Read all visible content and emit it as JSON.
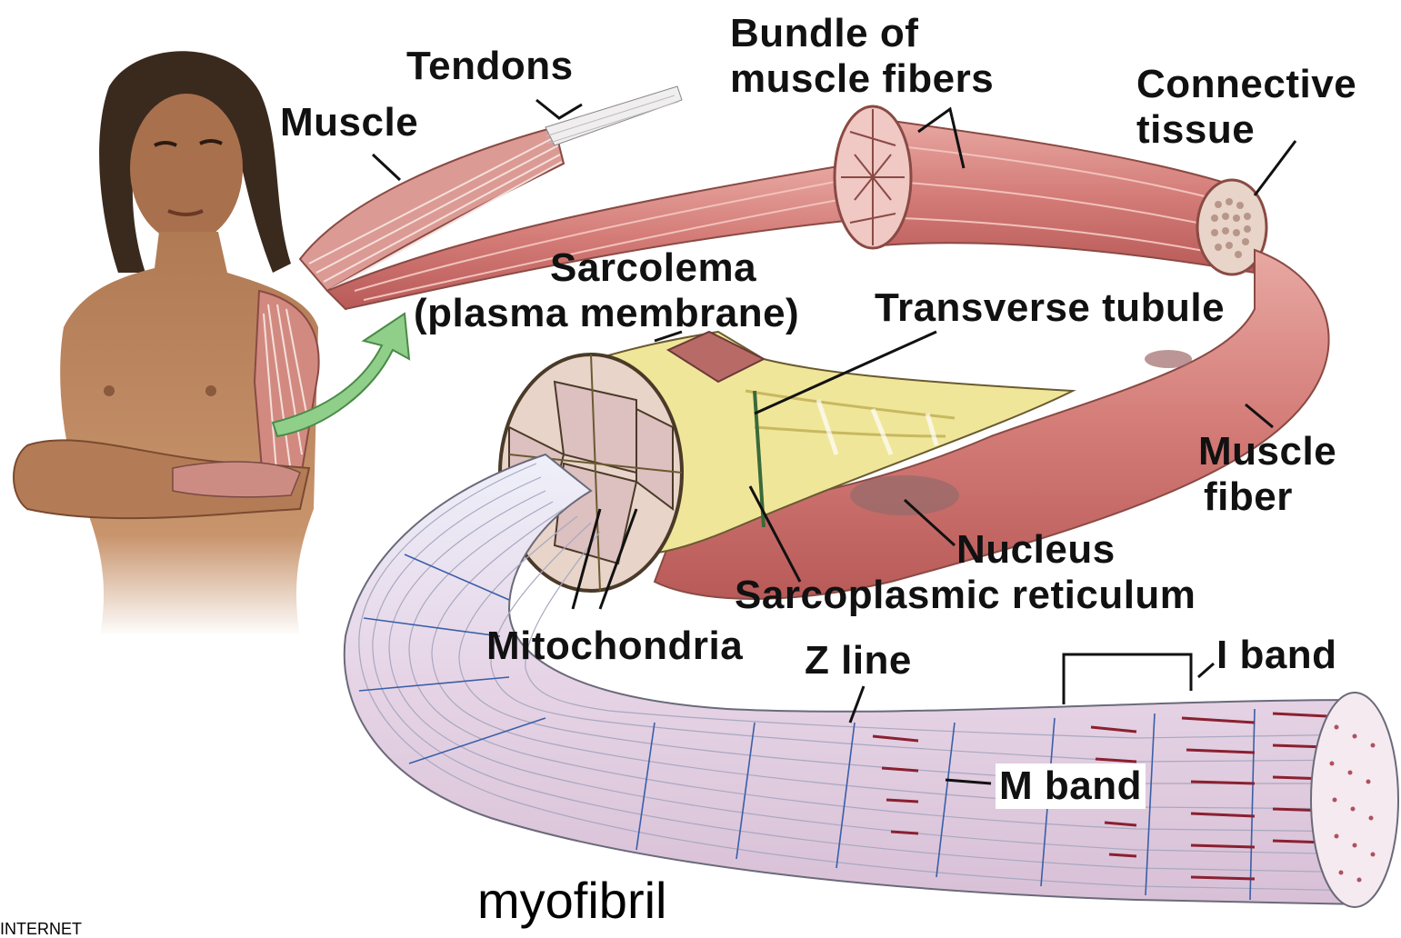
{
  "diagram": {
    "labels": {
      "tendons": "Tendons",
      "muscle": "Muscle",
      "bundle_line1": "Bundle of",
      "bundle_line2": "muscle fibers",
      "connective_line1": "Connective",
      "connective_line2": "tissue",
      "sarcolema_line1": "Sarcolema",
      "sarcolema_line2": "(plasma membrane)",
      "transverse_tubule": "Transverse tubule",
      "muscle_fiber_line1": "Muscle",
      "muscle_fiber_line2": "fiber",
      "nucleus": "Nucleus",
      "sarcoplasmic_reticulum": "Sarcoplasmic reticulum",
      "mitochondria": "Mitochondria",
      "z_line": "Z line",
      "i_band": "I band",
      "m_band": "M band"
    },
    "caption": "myofibril",
    "credit": "INTERNET",
    "colors": {
      "muscle": "#d98a86",
      "muscle_dark": "#b85a58",
      "skin": "#c08a62",
      "hair": "#3a2a1e",
      "arrow": "#8fcf8a",
      "sarcoplasm": "#f0e69a",
      "myofibril": "#e8d8e6",
      "z_line": "#3a5fa8",
      "m_band": "#8a2030"
    },
    "icons": [
      "green-curved-arrow"
    ]
  }
}
